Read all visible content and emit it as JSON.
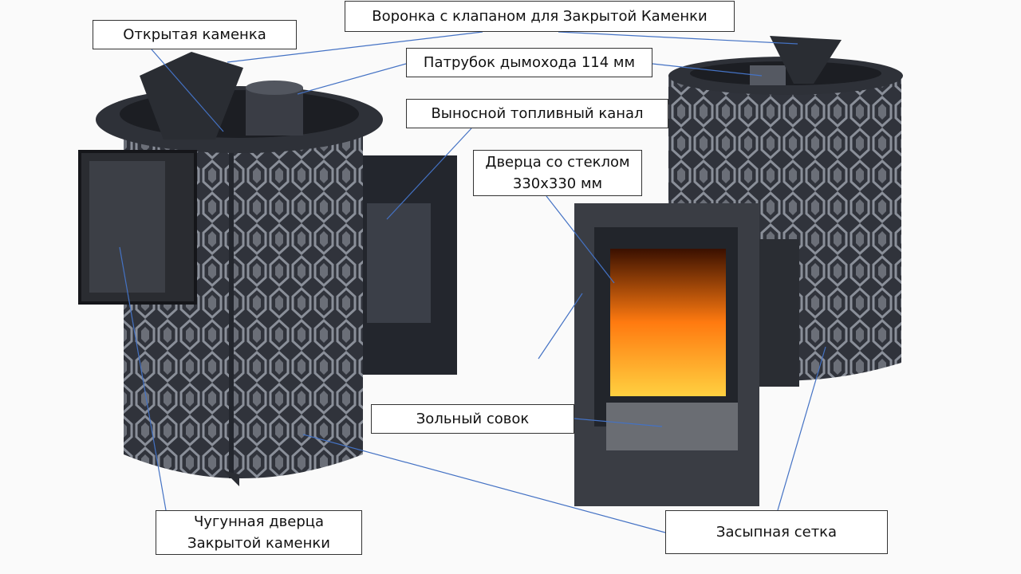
{
  "labels": {
    "funnel": "Воронка с клапаном для Закрытой Каменки",
    "open_stones": "Открытая каменка",
    "chimney": "Патрубок дымохода 114 мм",
    "fuel_channel": "Выносной топливный канал",
    "glass_door_line1": "Дверца со стеклом",
    "glass_door_line2": "330х330 мм",
    "ash_pan": "Зольный совок",
    "cast_door_line1": "Чугунная дверца",
    "cast_door_line2": "Закрытой каменки",
    "mesh": "Засыпная сетка"
  },
  "colors": {
    "leader_line": "#4472c4",
    "stove": "#2b2e36",
    "fire": "#ff7a10"
  }
}
